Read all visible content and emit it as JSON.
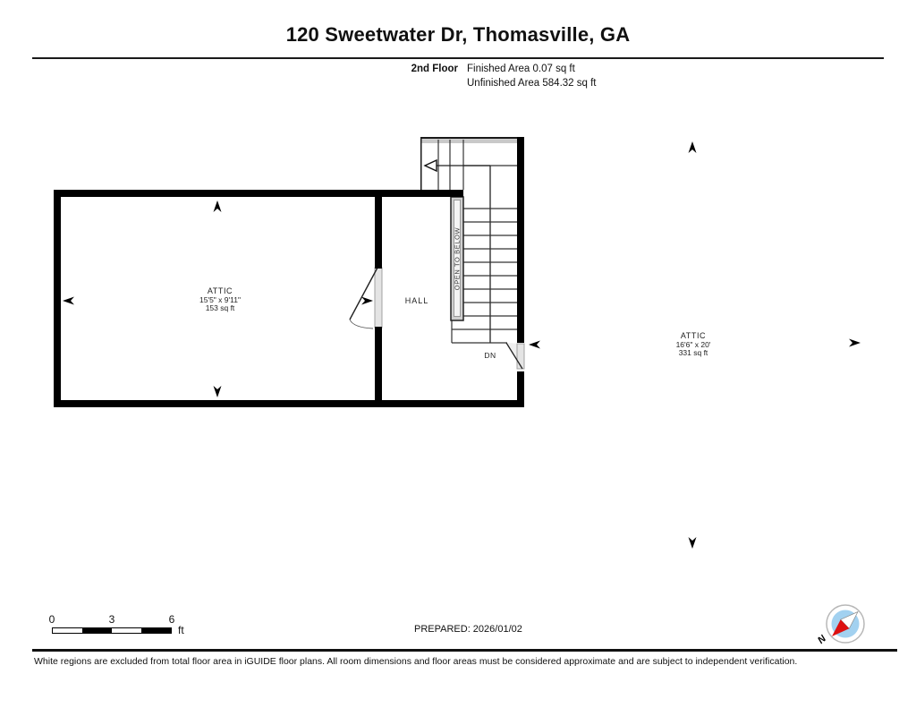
{
  "header": {
    "title": "120 Sweetwater Dr, Thomasville, GA",
    "floor_label": "2nd Floor",
    "finished_area": "Finished Area 0.07 sq ft",
    "unfinished_area": "Unfinished Area 584.32 sq ft"
  },
  "plan": {
    "rooms": [
      {
        "name": "ATTIC",
        "dimensions": "15'5\" x 9'11\"",
        "area": "153 sq ft"
      },
      {
        "name": "HALL"
      },
      {
        "name": "ATTIC",
        "dimensions": "16'6\" x 20'",
        "area": "331 sq ft"
      }
    ],
    "stairs": {
      "open_to_below": "OPEN TO BELOW",
      "down_label": "DN"
    }
  },
  "scale_bar": {
    "labels": [
      "0",
      "3",
      "6"
    ],
    "unit": "ft"
  },
  "footer": {
    "prepared": "PREPARED: 2026/01/02",
    "compass_north": "N",
    "disclaimer": "White regions are excluded from total floor area in iGUIDE floor plans. All room dimensions and floor areas must be considered approximate and are subject to independent verification."
  },
  "colors": {
    "wall": "#000000",
    "door_panel": "#e4e4e4",
    "rail_fill": "#cfcfcf",
    "compass_blue": "#a2d1f0",
    "compass_red": "#dd1111"
  }
}
